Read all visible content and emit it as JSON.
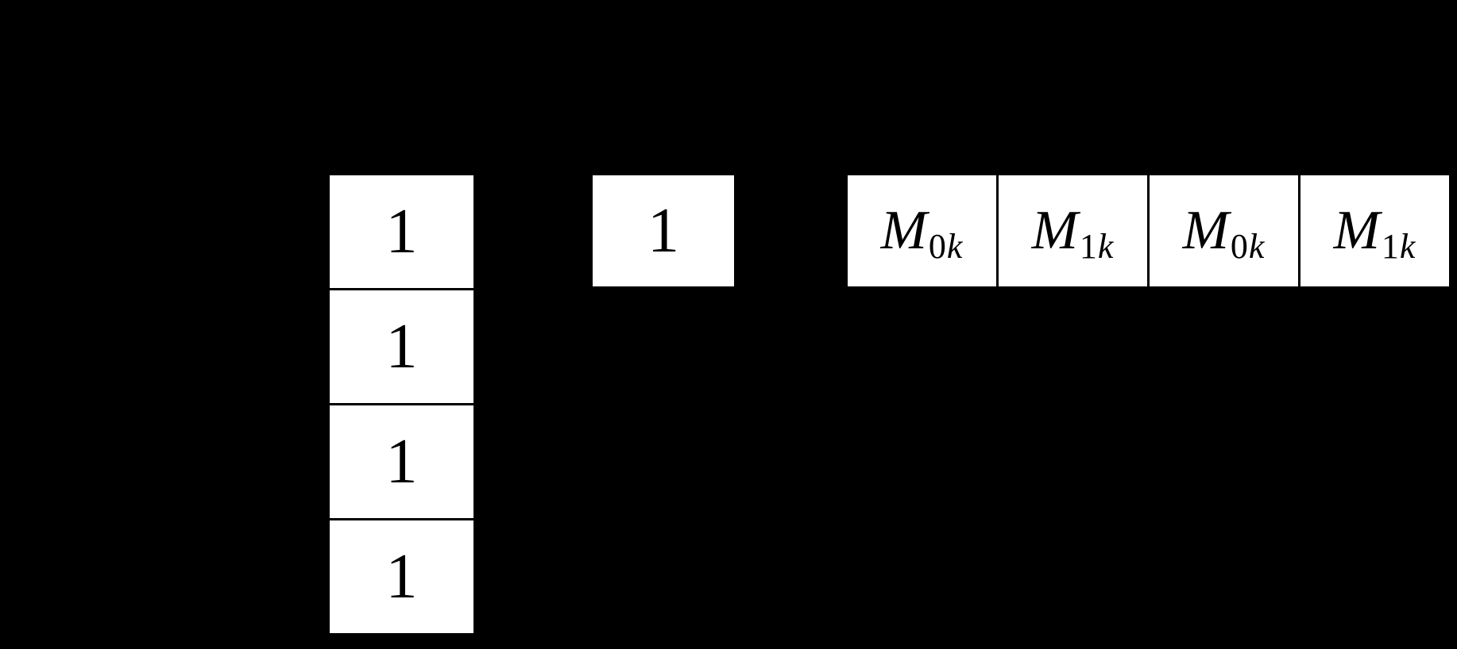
{
  "diagram": {
    "colors": {
      "background": "#000000",
      "cell_background": "#ffffff",
      "border": "#000000",
      "text": "#000000"
    },
    "column_vector": {
      "cells": [
        "1",
        "1",
        "1",
        "1"
      ]
    },
    "single_cell": {
      "value": "1"
    },
    "row_vector": {
      "cells": [
        {
          "base": "M",
          "sub_digit": "0",
          "sub_var": "k"
        },
        {
          "base": "M",
          "sub_digit": "1",
          "sub_var": "k"
        },
        {
          "base": "M",
          "sub_digit": "0",
          "sub_var": "k"
        },
        {
          "base": "M",
          "sub_digit": "1",
          "sub_var": "k"
        }
      ]
    }
  }
}
